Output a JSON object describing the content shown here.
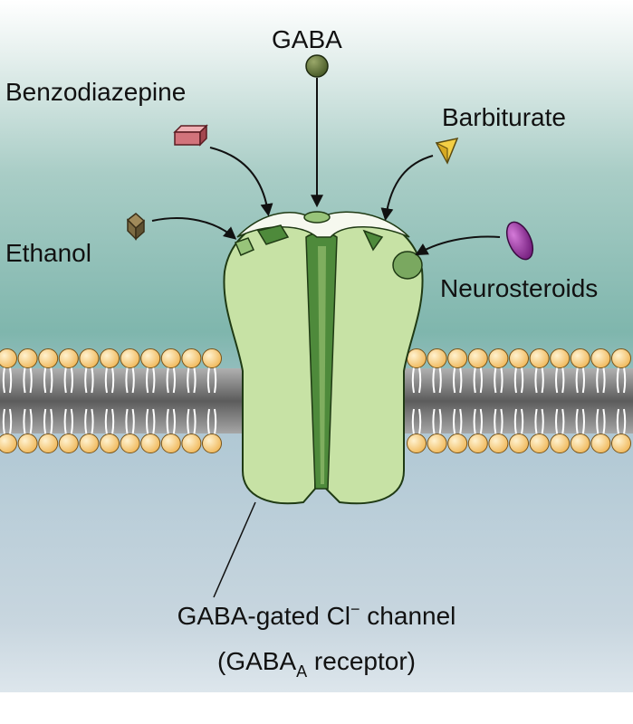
{
  "labels": {
    "gaba": "GABA",
    "benzodiazepine": "Benzodiazepine",
    "barbiturate": "Barbiturate",
    "ethanol": "Ethanol",
    "neurosteroids": "Neurosteroids"
  },
  "caption": {
    "line1_text": "GABA-gated Cl",
    "line1_superscript": "−",
    "line1_suffix": " channel",
    "line2_prefix": "(GABA",
    "line2_subscript": "A",
    "line2_suffix": " receptor)"
  },
  "colors": {
    "extracellular_top": "#ffffff",
    "extracellular_teal": "#7fb6ad",
    "intracellular": "#b4cad8",
    "lipid_head": "#f6cb7c",
    "channel_light": "#c7e2a5",
    "channel_mid": "#98c47a",
    "channel_dark": "#4e8a3b",
    "gaba_ball": "#556b2f",
    "benzodiazepine": "#d2737b",
    "barbiturate": "#f3cf45",
    "ethanol": "#7d6b42",
    "neurosteroids": "#8c2a96"
  }
}
